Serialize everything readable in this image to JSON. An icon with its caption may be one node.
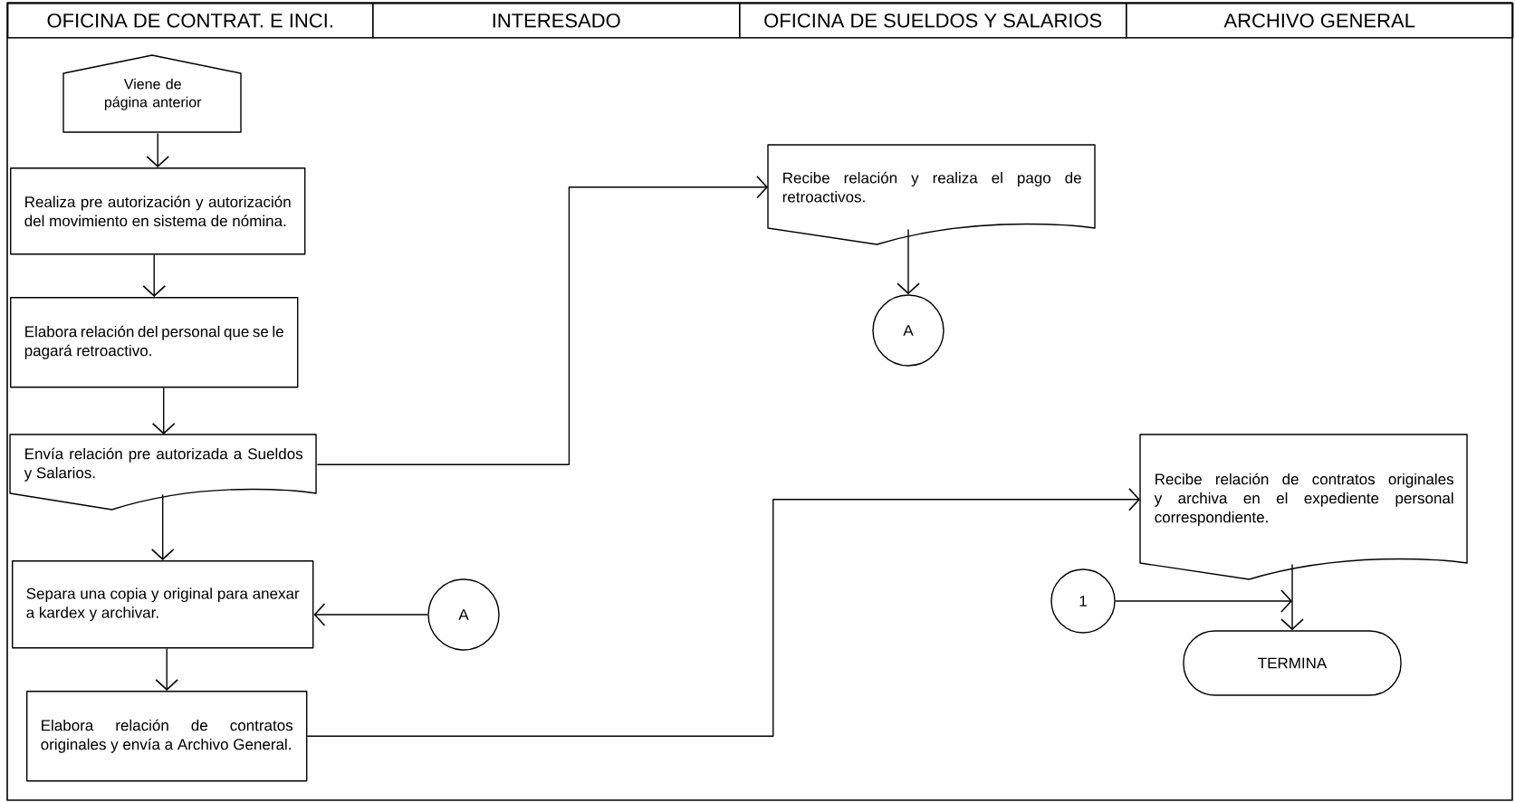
{
  "diagram": {
    "nodes": [
      {
        "text": [
          "OFICINA DE CONTRAT. E INCI."
        ]
      },
      {
        "text": [
          "INTERESADO"
        ]
      },
      {
        "text": [
          "OFICINA DE SUELDOS Y SALARIOS"
        ]
      },
      {
        "text": [
          "ARCHIVO GENERAL"
        ]
      },
      {
        "text": [
          "Viene de página anterior"
        ]
      },
      {
        "text": [
          "Realiza pre autorización y autorización del movimiento en sistema de nómina."
        ]
      },
      {
        "text": [
          "Recibe relación y realiza el pago de retroactivos."
        ]
      },
      {
        "text": [
          "Elabora relación del personal que se le pagará retroactivo."
        ]
      },
      {
        "text": [
          "A"
        ]
      },
      {
        "text": [
          "Envía relación pre autorizada a Sueldos y Salarios."
        ]
      },
      {
        "text": [
          "Recibe relación de contratos originales y archiva en el expediente personal correspondiente."
        ]
      },
      {
        "text": [
          "Separa una copia y original para anexar a kardex y archivar."
        ]
      },
      {
        "text": [
          "A"
        ]
      },
      {
        "text": [
          "1"
        ]
      },
      {
        "text": [
          "TERMINA"
        ]
      },
      {
        "text": [
          "Elabora relación de contratos originales y envía a Archivo General."
        ]
      }
    ],
    "edges": [
      {
        "from": 4,
        "to": 5,
        "arrow": "to"
      },
      {
        "from": 5,
        "to": 7,
        "arrow": "to"
      },
      {
        "from": 7,
        "to": 9,
        "arrow": "to"
      },
      {
        "from": 9,
        "to": 6,
        "arrow": "to"
      },
      {
        "from": 6,
        "to": 8,
        "arrow": "to"
      },
      {
        "from": 9,
        "to": 11,
        "arrow": "to"
      },
      {
        "from": 12,
        "to": 11,
        "arrow": "to"
      },
      {
        "from": 11,
        "to": 15,
        "arrow": "to"
      },
      {
        "from": 15,
        "to": 10,
        "arrow": "to"
      },
      {
        "from": 10,
        "to": 14,
        "arrow": "to"
      },
      {
        "from": 13,
        "to": 14,
        "arrow": "to"
      }
    ]
  }
}
